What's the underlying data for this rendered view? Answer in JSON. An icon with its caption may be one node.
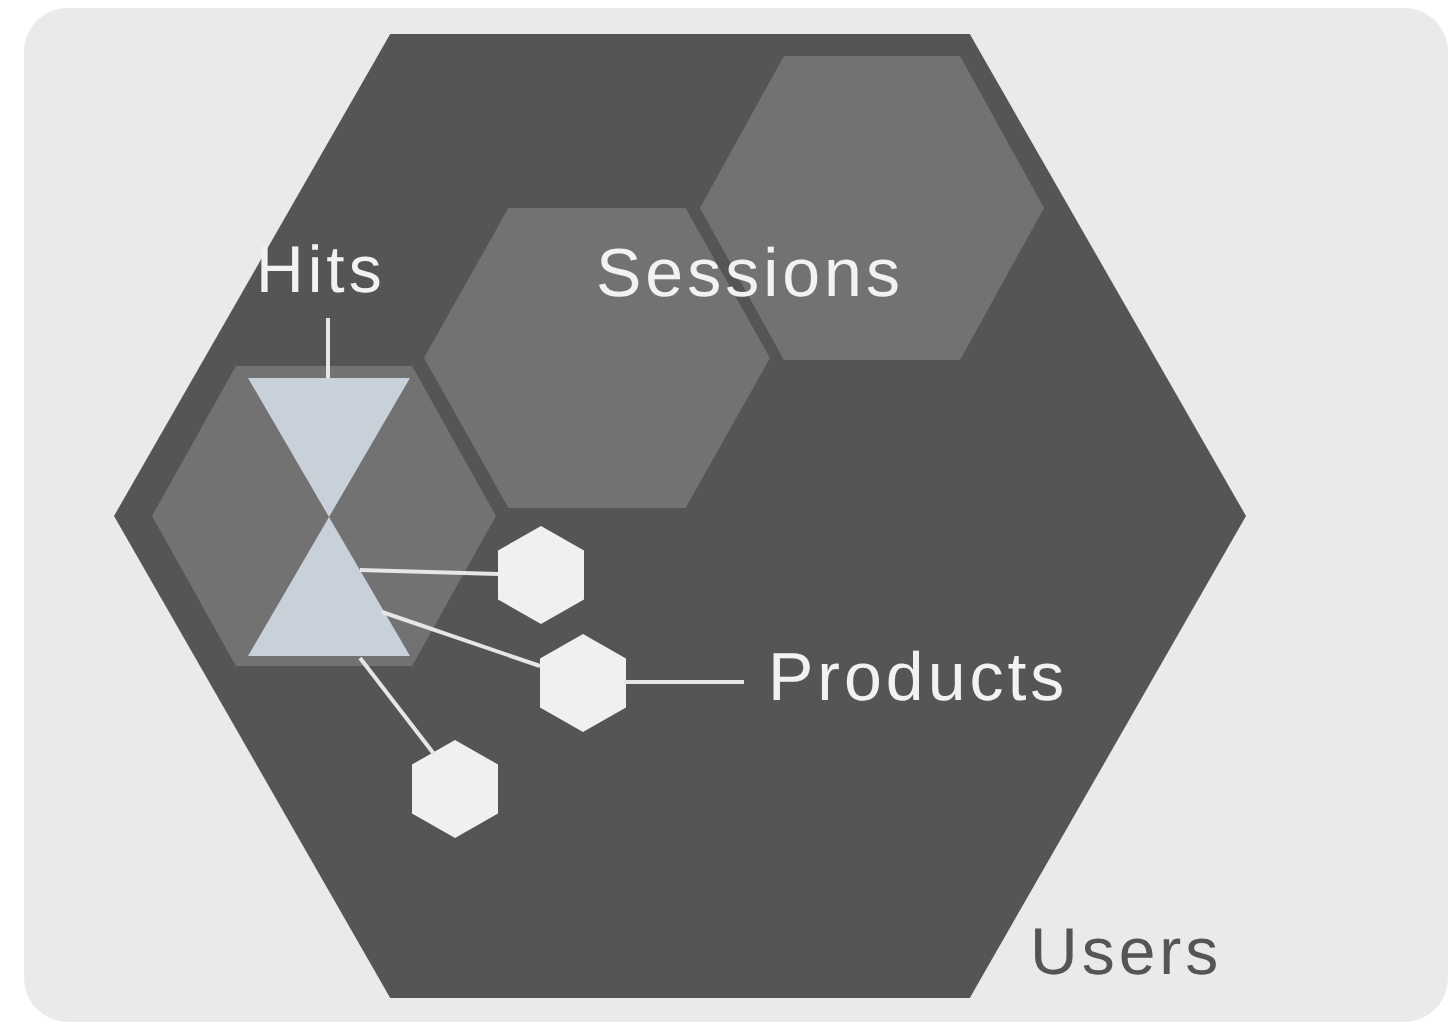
{
  "diagram": {
    "nodes": [
      {
        "text": [
          "Users"
        ]
      },
      {
        "text": [],
        "shape": "hexagon",
        "in": 0
      },
      {
        "text": [],
        "shape": "hexagon",
        "in": 0
      },
      {
        "text": [],
        "shape": "hexagon",
        "in": 0
      },
      {
        "text": [
          "Hits"
        ],
        "in": 0
      },
      {
        "text": [],
        "shape": "hourglass",
        "in": 1
      },
      {
        "text": [],
        "shape": "hexagon",
        "in": 0
      },
      {
        "text": [],
        "shape": "hexagon",
        "in": 0
      },
      {
        "text": [],
        "shape": "hexagon",
        "in": 0
      },
      {
        "text": [
          "Products"
        ],
        "in": 0
      }
    ],
    "edges": [
      {
        "from": 4,
        "to": 5,
        "arrow": "none"
      },
      {
        "from": 5,
        "to": 6,
        "arrow": "none"
      },
      {
        "from": 5,
        "to": 7,
        "arrow": "none"
      },
      {
        "from": 5,
        "to": 8,
        "arrow": "none"
      },
      {
        "from": 7,
        "to": 9,
        "arrow": "none"
      }
    ],
    "labels": [
      "Sessions"
    ]
  }
}
